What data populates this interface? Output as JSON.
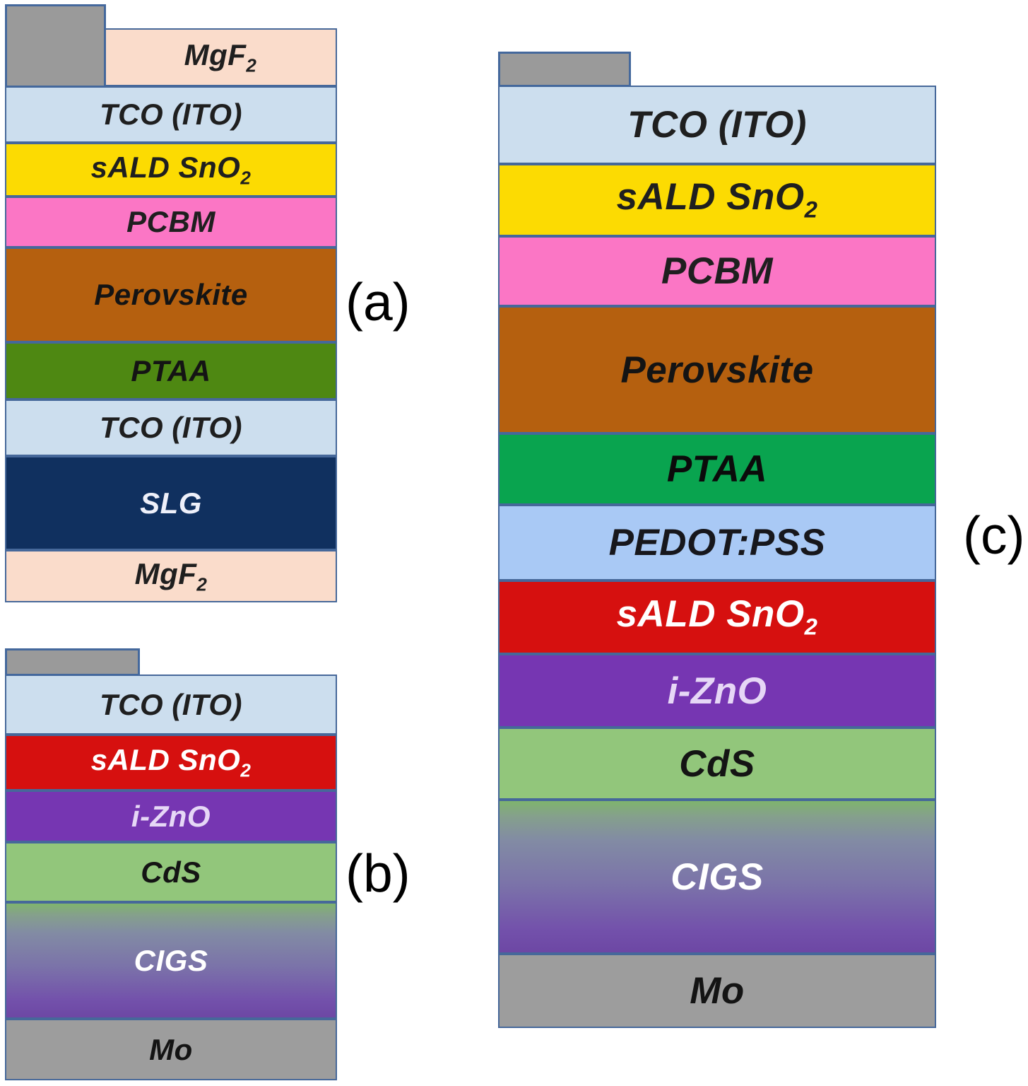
{
  "figure": {
    "description": "Solar cell layer-stack schematics",
    "background": "#ffffff",
    "layer_border_color": "#46689a",
    "contact_color": "#9a9a9a",
    "contact_border_color": "#44689c",
    "stacks": [
      {
        "id": "a",
        "label": "(a)",
        "contact": "metal-contact",
        "layers": [
          {
            "key": "mgf2",
            "text": "MgF",
            "sub": "2",
            "bg": "#fadccb",
            "fg": "#1f1f1f"
          },
          {
            "key": "tco-ito",
            "text": "TCO (ITO)",
            "bg": "#ccdeee",
            "fg": "#1f1f1f"
          },
          {
            "key": "sald-sno2",
            "text": "sALD SnO",
            "sub": "2",
            "bg": "#fcdb02",
            "fg": "#1f1f1f"
          },
          {
            "key": "pcbm",
            "text": "PCBM",
            "bg": "#fb76c5",
            "fg": "#1f1f1f"
          },
          {
            "key": "perovskite",
            "text": "Perovskite",
            "bg": "#b5600f",
            "fg": "#141414"
          },
          {
            "key": "ptaa",
            "text": "PTAA",
            "bg": "#4e8812",
            "fg": "#141414"
          },
          {
            "key": "tco-ito-2",
            "text": "TCO (ITO)",
            "bg": "#ccdeee",
            "fg": "#1f1f1f"
          },
          {
            "key": "slg",
            "text": "SLG",
            "bg": "#10305f",
            "fg": "#eef0fa"
          },
          {
            "key": "mgf2-2",
            "text": "MgF",
            "sub": "2",
            "bg": "#fadccb",
            "fg": "#1f1f1f"
          }
        ]
      },
      {
        "id": "b",
        "label": "(b)",
        "contact": "metal-contact",
        "layers": [
          {
            "key": "tco-ito",
            "text": "TCO (ITO)",
            "bg": "#ccdeee",
            "fg": "#1f1f1f"
          },
          {
            "key": "sald-sno2",
            "text": "sALD SnO",
            "sub": "2",
            "bg": "#d6100f",
            "fg": "#ffffff"
          },
          {
            "key": "i-zno",
            "text": "i-ZnO",
            "bg": "#7636b2",
            "fg": "#e6d7f6"
          },
          {
            "key": "cds",
            "text": "CdS",
            "bg": "#92c67b",
            "fg": "#141414"
          },
          {
            "key": "cigs",
            "text": "CIGS",
            "gradient": [
              "#7fb46d 0%",
              "#85a08c 10%",
              "#828ba4 26%",
              "#7b73a9 55%",
              "#7351ab 85%",
              "#6d47a4 100%"
            ],
            "fg": "#ffffff"
          },
          {
            "key": "mo",
            "text": "Mo",
            "bg": "#9d9d9d",
            "fg": "#141414"
          }
        ]
      },
      {
        "id": "c",
        "label": "(c)",
        "contact": "metal-contact",
        "layers": [
          {
            "key": "tco-ito",
            "text": "TCO (ITO)",
            "bg": "#ccdeee",
            "fg": "#1f1f1f"
          },
          {
            "key": "sald-sno2",
            "text": "sALD SnO",
            "sub": "2",
            "bg": "#fcdb02",
            "fg": "#1f1f1f"
          },
          {
            "key": "pcbm",
            "text": "PCBM",
            "bg": "#fb76c5",
            "fg": "#1f1f1f"
          },
          {
            "key": "perovskite",
            "text": "Perovskite",
            "bg": "#b5600f",
            "fg": "#141414"
          },
          {
            "key": "ptaa",
            "text": "PTAA",
            "bg": "#09a44f",
            "fg": "#0b0b0b"
          },
          {
            "key": "pedot-pss",
            "text": "PEDOT:PSS",
            "bg": "#a9c9f5",
            "fg": "#17171c"
          },
          {
            "key": "sald-sno2-2",
            "text": "sALD SnO",
            "sub": "2",
            "bg": "#d6100f",
            "fg": "#ffffff"
          },
          {
            "key": "i-zno",
            "text": "i-ZnO",
            "bg": "#7636b2",
            "fg": "#e6d7f6"
          },
          {
            "key": "cds",
            "text": "CdS",
            "bg": "#92c67b",
            "fg": "#141414"
          },
          {
            "key": "cigs",
            "text": "CIGS",
            "gradient": [
              "#7fb46d 0%",
              "#85a08c 10%",
              "#828ba4 26%",
              "#7b73a9 55%",
              "#7351ab 85%",
              "#6d47a4 100%"
            ],
            "fg": "#ffffff"
          },
          {
            "key": "mo",
            "text": "Mo",
            "bg": "#9d9d9d",
            "fg": "#141414"
          }
        ]
      }
    ]
  }
}
